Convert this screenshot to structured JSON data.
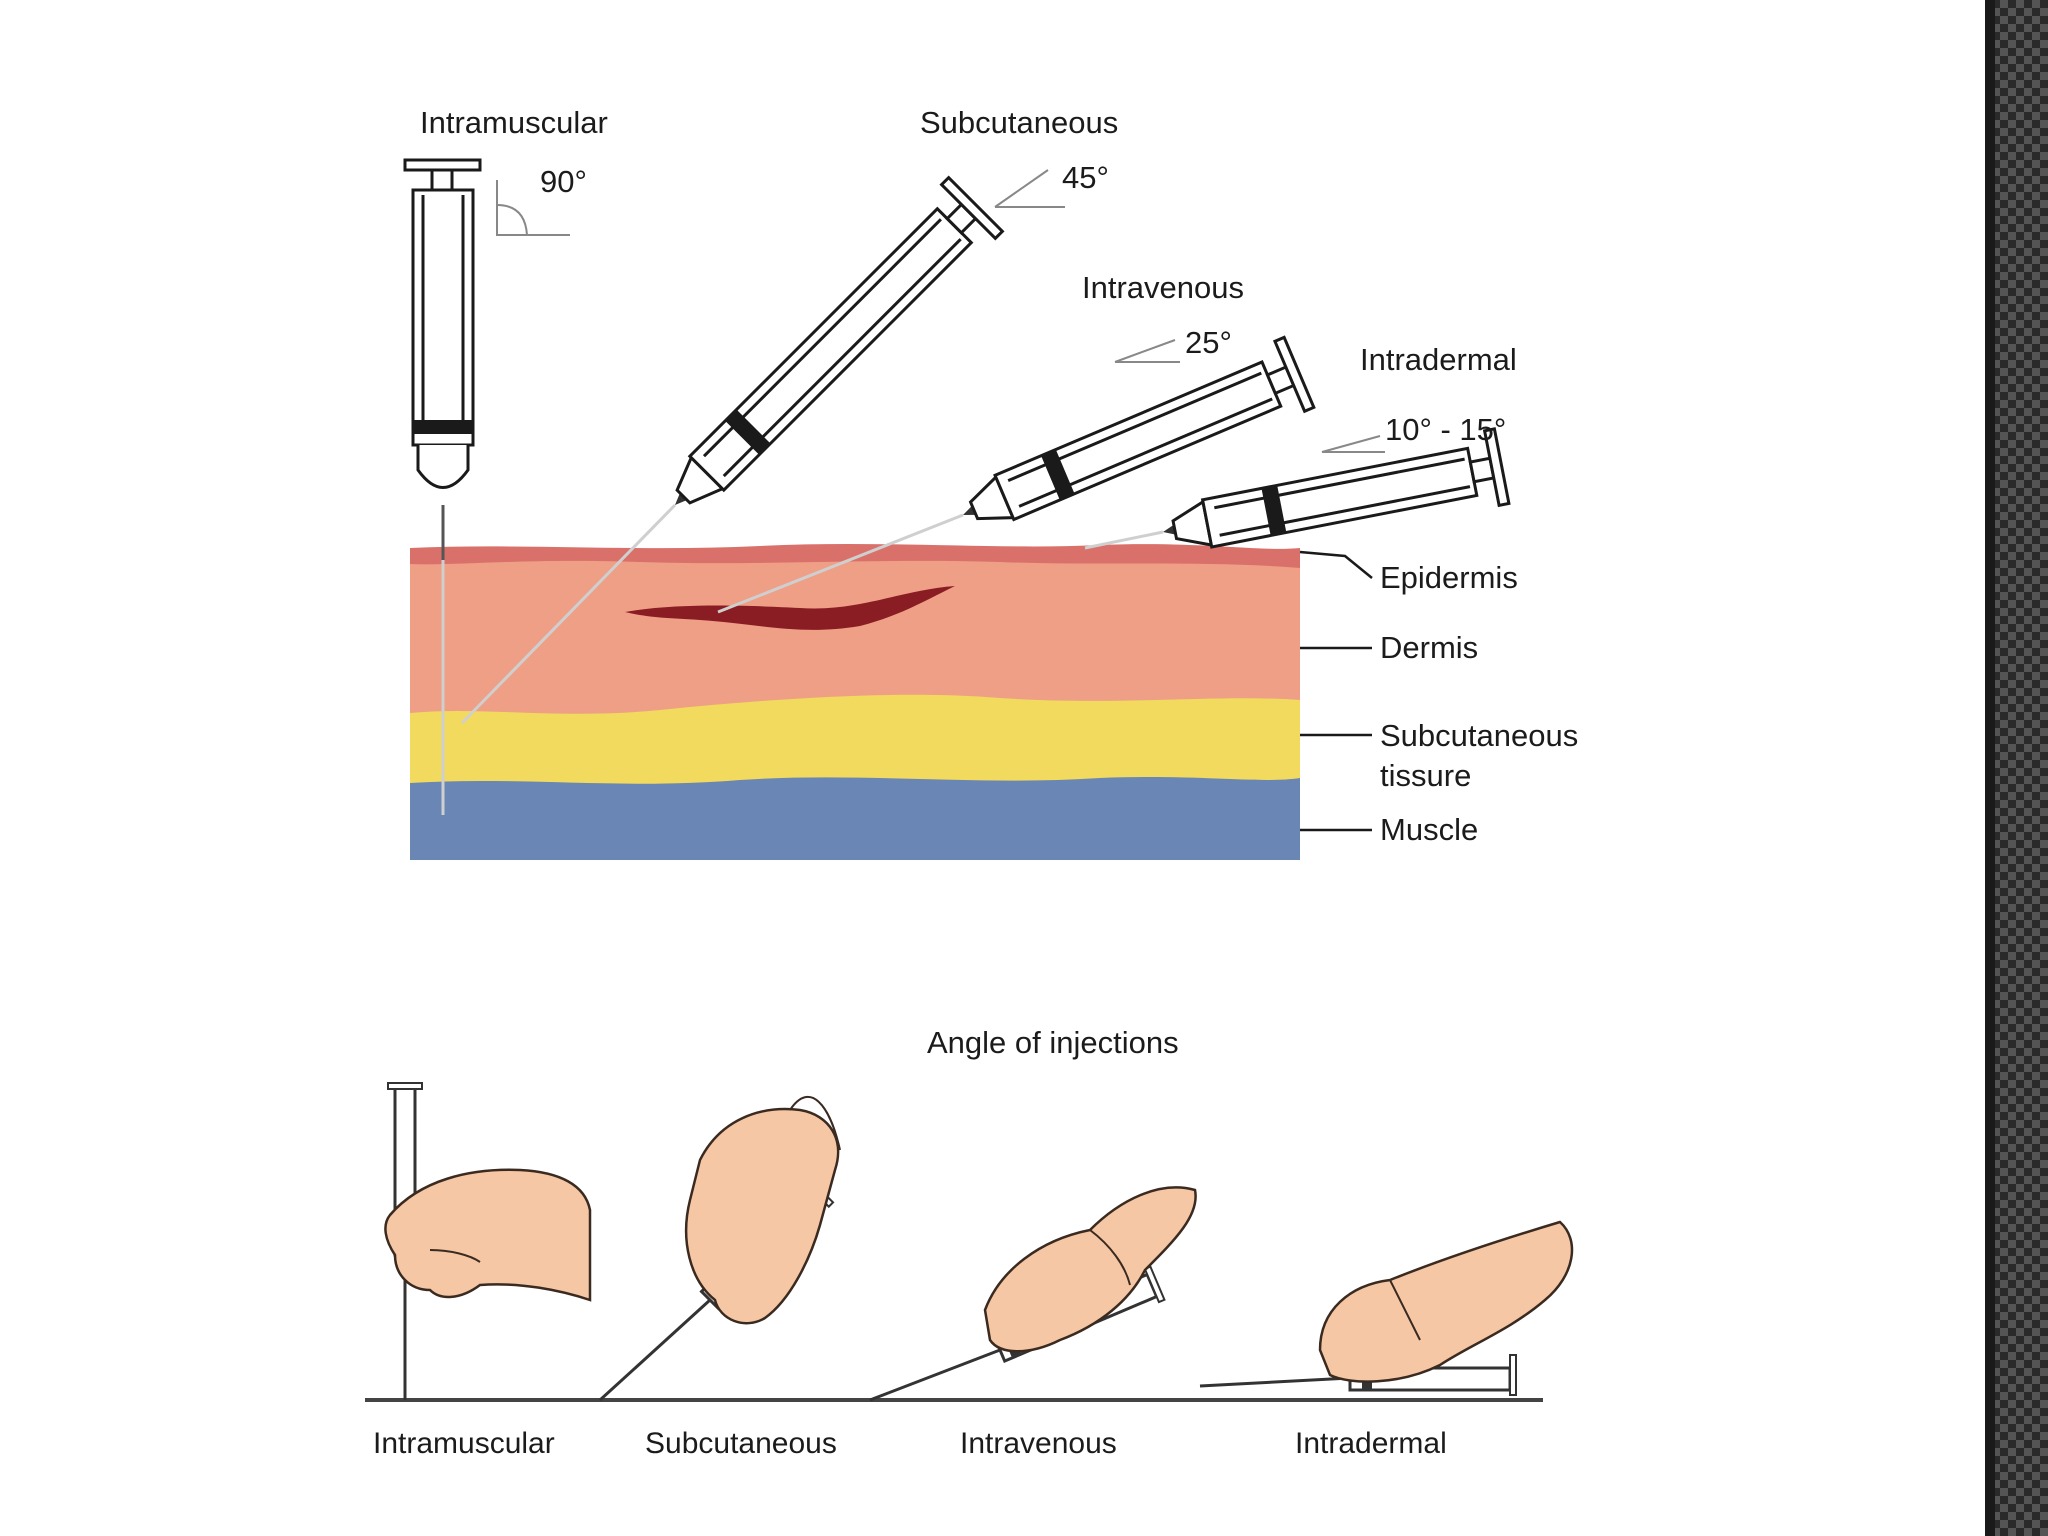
{
  "top": {
    "routes": {
      "intramuscular": {
        "label": "Intramuscular",
        "angle": "90°"
      },
      "subcutaneous": {
        "label": "Subcutaneous",
        "angle": "45°"
      },
      "intravenous": {
        "label": "Intravenous",
        "angle": "25°"
      },
      "intradermal": {
        "label": "Intradermal",
        "angle": "10° - 15°"
      }
    },
    "layers": {
      "epidermis": "Epidermis",
      "dermis": "Dermis",
      "subcutaneous_1": "Subcutaneous",
      "subcutaneous_2": "tissure",
      "muscle": "Muscle"
    }
  },
  "bottom": {
    "title": "Angle of injections",
    "labels": [
      "Intramuscular",
      "Subcutaneous",
      "Intravenous",
      "Intradermal"
    ]
  },
  "colors": {
    "epidermis": "#d9706a",
    "dermis": "#ee9f86",
    "subcutaneous": "#f1da5e",
    "muscle": "#6a86b5",
    "vein": "#8a1c24",
    "skin_hand": "#f5c7a5",
    "border_dark": "#141414"
  }
}
